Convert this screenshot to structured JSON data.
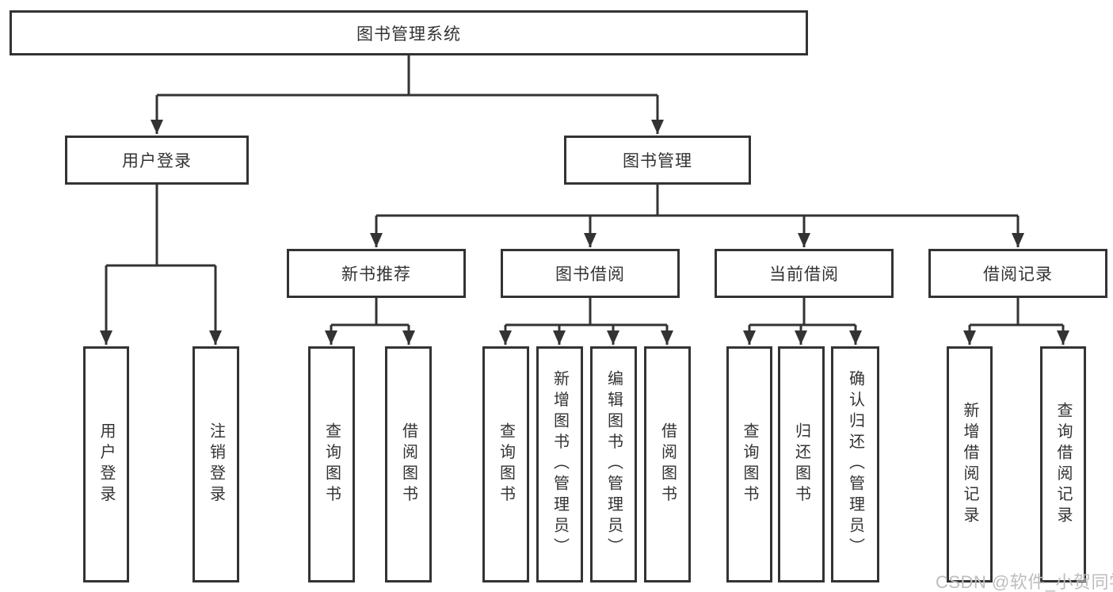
{
  "hierarchy": {
    "label": "图书管理系统",
    "children": [
      {
        "label": "用户登录",
        "children": [
          {
            "label": "用户登录"
          },
          {
            "label": "注销登录"
          }
        ]
      },
      {
        "label": "图书管理",
        "children": [
          {
            "label": "新书推荐",
            "children": [
              {
                "label": "查询图书"
              },
              {
                "label": "借阅图书"
              }
            ]
          },
          {
            "label": "图书借阅",
            "children": [
              {
                "label": "查询图书"
              },
              {
                "label": "新增图书（管理员）"
              },
              {
                "label": "编辑图书（管理员）"
              },
              {
                "label": "借阅图书"
              }
            ]
          },
          {
            "label": "当前借阅",
            "children": [
              {
                "label": "查询图书"
              },
              {
                "label": "归还图书"
              },
              {
                "label": "确认归还（管理员）"
              }
            ]
          },
          {
            "label": "借阅记录",
            "children": [
              {
                "label": "新增借阅记录"
              },
              {
                "label": "查询借阅记录"
              }
            ]
          }
        ]
      }
    ]
  },
  "watermark": {
    "text": "CSDN @软件_小贺同学"
  },
  "colors": {
    "line": "#333333",
    "text": "#333333",
    "watermark": "#bdbdbd"
  }
}
